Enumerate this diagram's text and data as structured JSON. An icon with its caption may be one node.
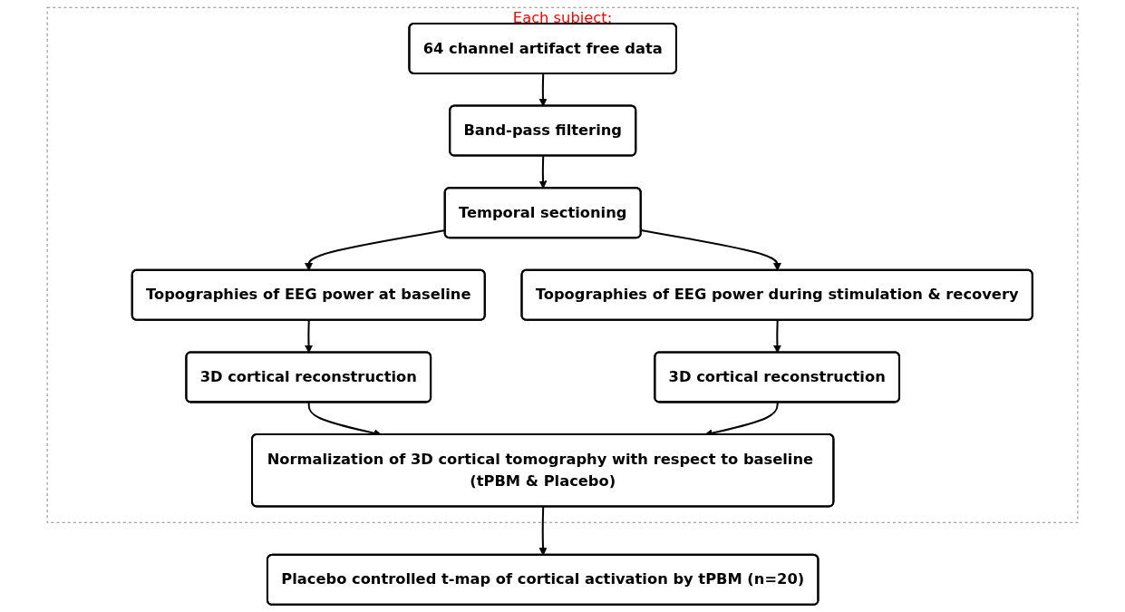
{
  "diagram": {
    "nodes": [
      {
        "text": [
          "Each subject:"
        ]
      },
      {
        "text": [
          "64 channel artifact free data"
        ],
        "in": 0
      },
      {
        "text": [
          "Band-pass filtering"
        ],
        "in": 0
      },
      {
        "text": [
          "Temporal sectioning"
        ],
        "in": 0
      },
      {
        "text": [
          "Topographies of EEG power at baseline"
        ],
        "in": 0
      },
      {
        "text": [
          "Topographies of EEG power during stimulation & recovery"
        ],
        "in": 0
      },
      {
        "text": [
          "3D cortical reconstruction"
        ],
        "in": 0
      },
      {
        "text": [
          "3D cortical reconstruction"
        ],
        "in": 0
      },
      {
        "text": [
          "Normalization of 3D cortical tomography with respect to baseline (tPBM & Placebo)"
        ],
        "in": 0
      },
      {
        "text": [
          "Placebo controlled t-map of cortical activation by tPBM (n=20)"
        ]
      }
    ],
    "edges": [
      {
        "from": 1,
        "to": 2,
        "arrow": "to"
      },
      {
        "from": 2,
        "to": 3,
        "arrow": "to"
      },
      {
        "from": 3,
        "to": 4,
        "arrow": "to"
      },
      {
        "from": 3,
        "to": 5,
        "arrow": "to"
      },
      {
        "from": 4,
        "to": 6,
        "arrow": "to"
      },
      {
        "from": 5,
        "to": 7,
        "arrow": "to"
      },
      {
        "from": 6,
        "to": 8,
        "arrow": "to"
      },
      {
        "from": 7,
        "to": 8,
        "arrow": "to"
      },
      {
        "from": 8,
        "to": 9,
        "arrow": "to"
      }
    ]
  }
}
